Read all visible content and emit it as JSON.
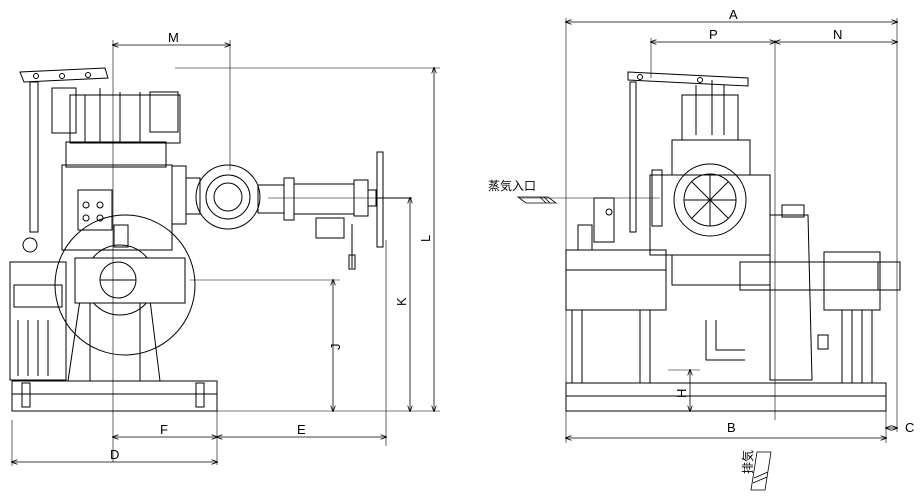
{
  "dimension_labels": {
    "A": "A",
    "B": "B",
    "C": "C",
    "D": "D",
    "E": "E",
    "F": "F",
    "H": "H",
    "J": "J",
    "K": "K",
    "L": "L",
    "M": "M",
    "N": "N",
    "P": "P"
  },
  "annotations": {
    "steam_inlet": "蒸気入口",
    "exhaust": "排気"
  },
  "colors": {
    "line": "#000000",
    "background": "#ffffff"
  }
}
